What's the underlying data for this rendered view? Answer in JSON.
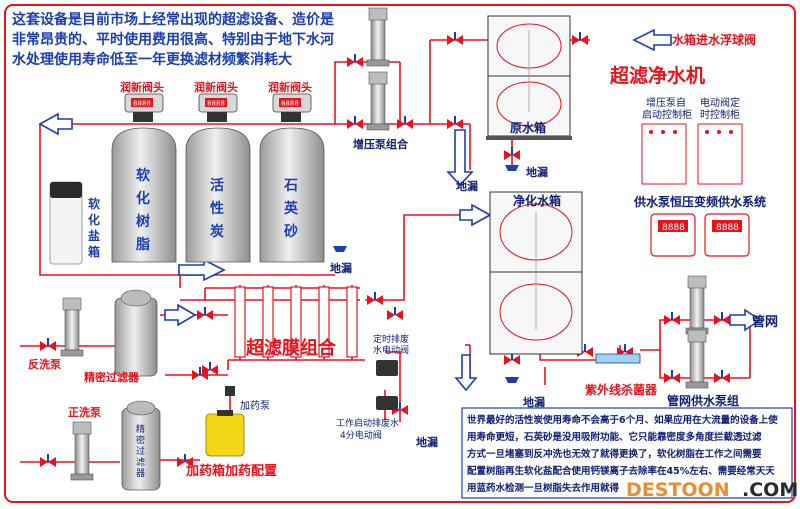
{
  "intro": {
    "lines": [
      "这套设备是目前市场上经常出现的超滤设备、造价是",
      "非常昂贵的、平时使用费用很高、特别由于地下水河",
      "水处理使用寿命低至一年更换滤材频繁消耗大"
    ]
  },
  "title": "超滤净水机",
  "valve_heads": [
    "润新阀头",
    "润新阀头",
    "润新阀头"
  ],
  "controller_display": "8888",
  "tanks": {
    "softener": [
      "软",
      "化",
      "树",
      "脂"
    ],
    "carbon": [
      "活",
      "性",
      "炭"
    ],
    "quartz": [
      "石",
      "英",
      "砂"
    ]
  },
  "salt_tank": [
    "软",
    "化",
    "盐",
    "箱"
  ],
  "labels": {
    "booster": "增压泵组合",
    "float_valve": "水箱进水浮球阀",
    "raw_tank": "原水箱",
    "clean_tank": "净化水箱",
    "floor_drain": "地漏",
    "booster_cabinet": [
      "增压泵自",
      "启动控制柜"
    ],
    "valve_cabinet": [
      "电动阀定",
      "时控制柜"
    ],
    "supply_system": "供水泵恒压变频供水系统",
    "membrane": "超滤膜组合",
    "timed_drain": [
      "定时排废",
      "水电动阀"
    ],
    "backwash_pump": "反洗泵",
    "precision_filter": "精密过滤器",
    "forward_pump": "正洗泵",
    "precision_vertical": [
      "精",
      "密",
      "过",
      "滤",
      "器"
    ],
    "dosing_pump": "加药泵",
    "dosing_box": "加药箱加药配置",
    "work_drain": [
      "工作启动排废水",
      "4分电动阀"
    ],
    "uv": "紫外线杀菌器",
    "pipe_net": "管网",
    "supply_pumps": "管网供水泵组"
  },
  "note": {
    "lines": [
      "世界最好的活性炭使用寿命不会高于6个月、如果应用在大流量的设备上使",
      "用寿命更短，石英砂是没用吸附功能、它只能靠密度多角度拦截透过滤",
      "方式一旦堵塞到反冲洗也无效了就得更换了，软化树脂在工作之间需要",
      "配置树脂再生软化盐配合使用钙镁离子去除率在45%左右、需要经常天天",
      "用蓝药水检测一旦树脂失去作用就得"
    ]
  },
  "watermark": {
    "brand": "DESTOON",
    "suffix": ".COM"
  },
  "colors": {
    "red": "#e8141b",
    "blue": "#1a3fb5",
    "navy": "#10207a",
    "tank_gray": "#c9c9c9"
  }
}
